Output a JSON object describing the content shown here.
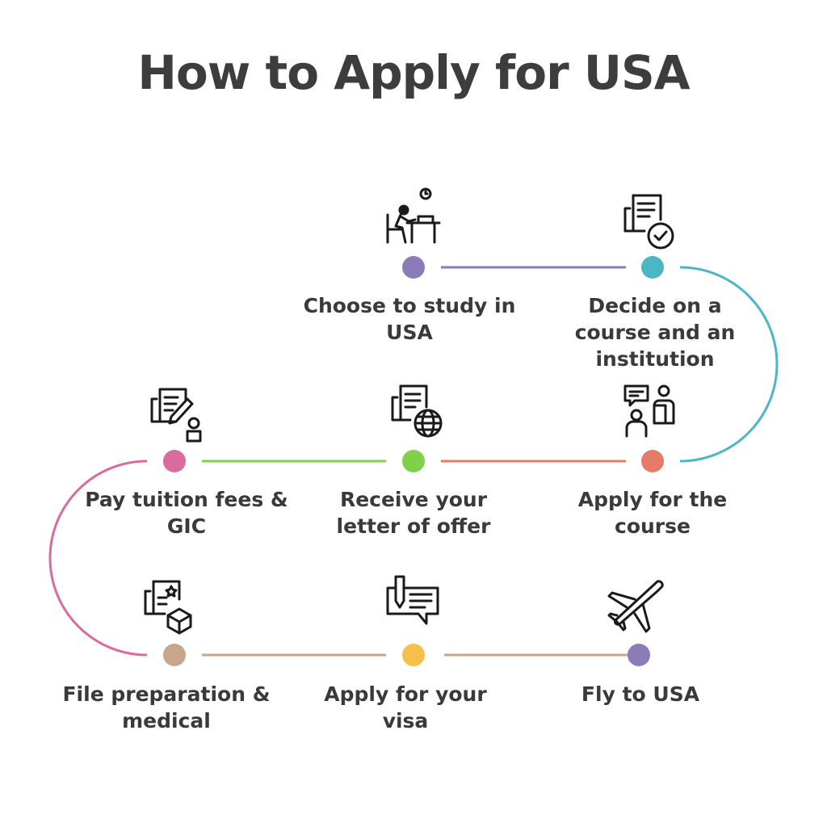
{
  "title": "How to Apply for USA",
  "colors": {
    "step1": "#8b7bb8",
    "step2": "#4db6c4",
    "step3": "#e47a68",
    "step4": "#7fd14a",
    "step5": "#d96b9e",
    "step6": "#c8a68c",
    "step7": "#f5c04a",
    "step8": "#8b7bb8",
    "text": "#3a3a3a"
  },
  "steps": [
    {
      "label": "Choose to study in USA",
      "icon": "person-at-desk-icon"
    },
    {
      "label": "Decide on a course and an institution",
      "icon": "document-check-icon"
    },
    {
      "label": "Apply for the course",
      "icon": "people-chat-icon"
    },
    {
      "label": "Receive your letter of offer",
      "icon": "document-globe-icon"
    },
    {
      "label": "Pay tuition fees & GIC",
      "icon": "document-signature-icon"
    },
    {
      "label": "File preparation & medical",
      "icon": "document-box-icon"
    },
    {
      "label": "Apply for your visa",
      "icon": "message-pen-icon"
    },
    {
      "label": "Fly to USA",
      "icon": "airplane-icon"
    }
  ]
}
